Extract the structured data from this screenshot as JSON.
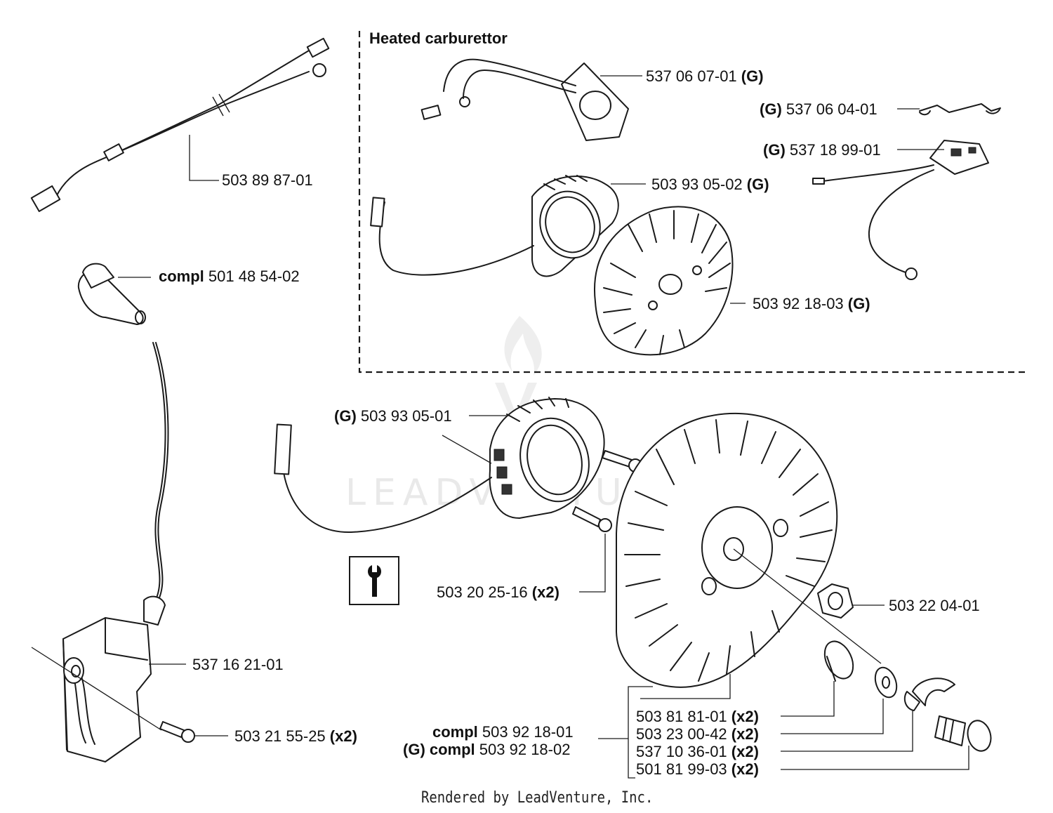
{
  "section_heading": "Heated carburettor",
  "parts": [
    {
      "pre": "",
      "num": "503 89 87-01",
      "post": ""
    },
    {
      "pre": "compl",
      "num": "501 48 54-02",
      "post": ""
    },
    {
      "pre": "",
      "num": "537 06 07-01",
      "post": "(G)"
    },
    {
      "pre": "(G)",
      "num": "537 06 04-01",
      "post": ""
    },
    {
      "pre": "(G)",
      "num": "537 18 99-01",
      "post": ""
    },
    {
      "pre": "",
      "num": "503 93 05-02",
      "post": "(G)"
    },
    {
      "pre": "",
      "num": "503 92 18-03",
      "post": "(G)"
    },
    {
      "pre": "(G)",
      "num": "503 93 05-01",
      "post": ""
    },
    {
      "pre": "",
      "num": "503 20 25-16",
      "post": "(x2)"
    },
    {
      "pre": "",
      "num": "503 22 04-01",
      "post": ""
    },
    {
      "pre": "",
      "num": "537 16 21-01",
      "post": ""
    },
    {
      "pre": "",
      "num": "503 21 55-25",
      "post": "(x2)"
    },
    {
      "pre": "compl",
      "num": "503 92 18-01",
      "post": ""
    },
    {
      "pre": "(G) compl",
      "num": "503 92 18-02",
      "post": ""
    },
    {
      "pre": "",
      "num": "503 81 81-01",
      "post": "(x2)"
    },
    {
      "pre": "",
      "num": "503 23 00-42",
      "post": "(x2)"
    },
    {
      "pre": "",
      "num": "537 10 36-01",
      "post": "(x2)"
    },
    {
      "pre": "",
      "num": "501 81 99-03",
      "post": "(x2)"
    }
  ],
  "footer": "Rendered by LeadVenture, Inc.",
  "watermark": "LEADVENTURE",
  "icons": [
    "wrench-icon",
    "leadventure-logo-icon"
  ],
  "colors": {
    "ink": "#1a1a1a",
    "watermark": "#e9e9e9",
    "background": "#ffffff"
  }
}
